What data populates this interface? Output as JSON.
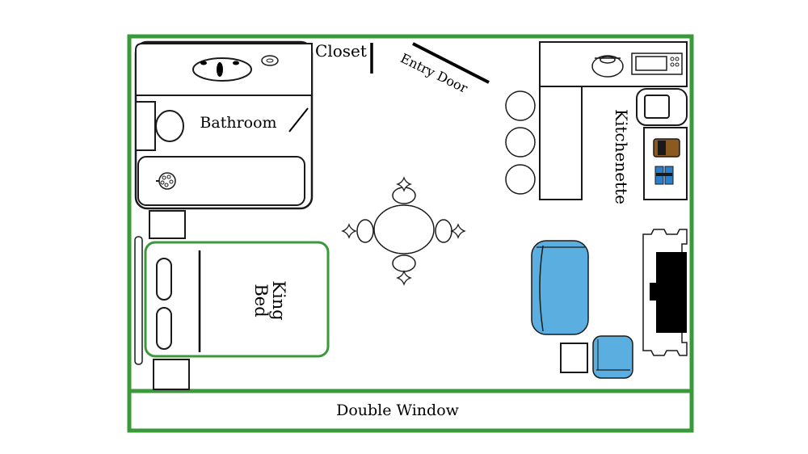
{
  "labels": {
    "closet": "Closet",
    "entry_door": "Entry Door",
    "bathroom": "Bathroom",
    "kitchenette": "Kitchenette",
    "king_bed_line1": "King",
    "king_bed_line2": "Bed",
    "double_window": "Double Window"
  },
  "colors": {
    "wall_green": "#3a9a3a",
    "chair_blue": "#5aaee0",
    "outline": "#1a1a1a",
    "tv_black": "#000000"
  }
}
